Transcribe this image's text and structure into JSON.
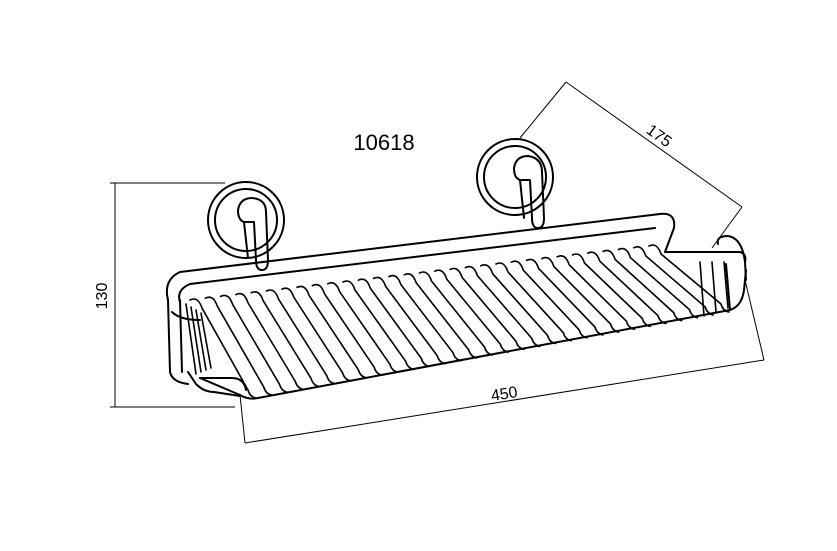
{
  "title": "10618",
  "dimensions": {
    "height": "130",
    "length": "450",
    "depth": "175"
  }
}
